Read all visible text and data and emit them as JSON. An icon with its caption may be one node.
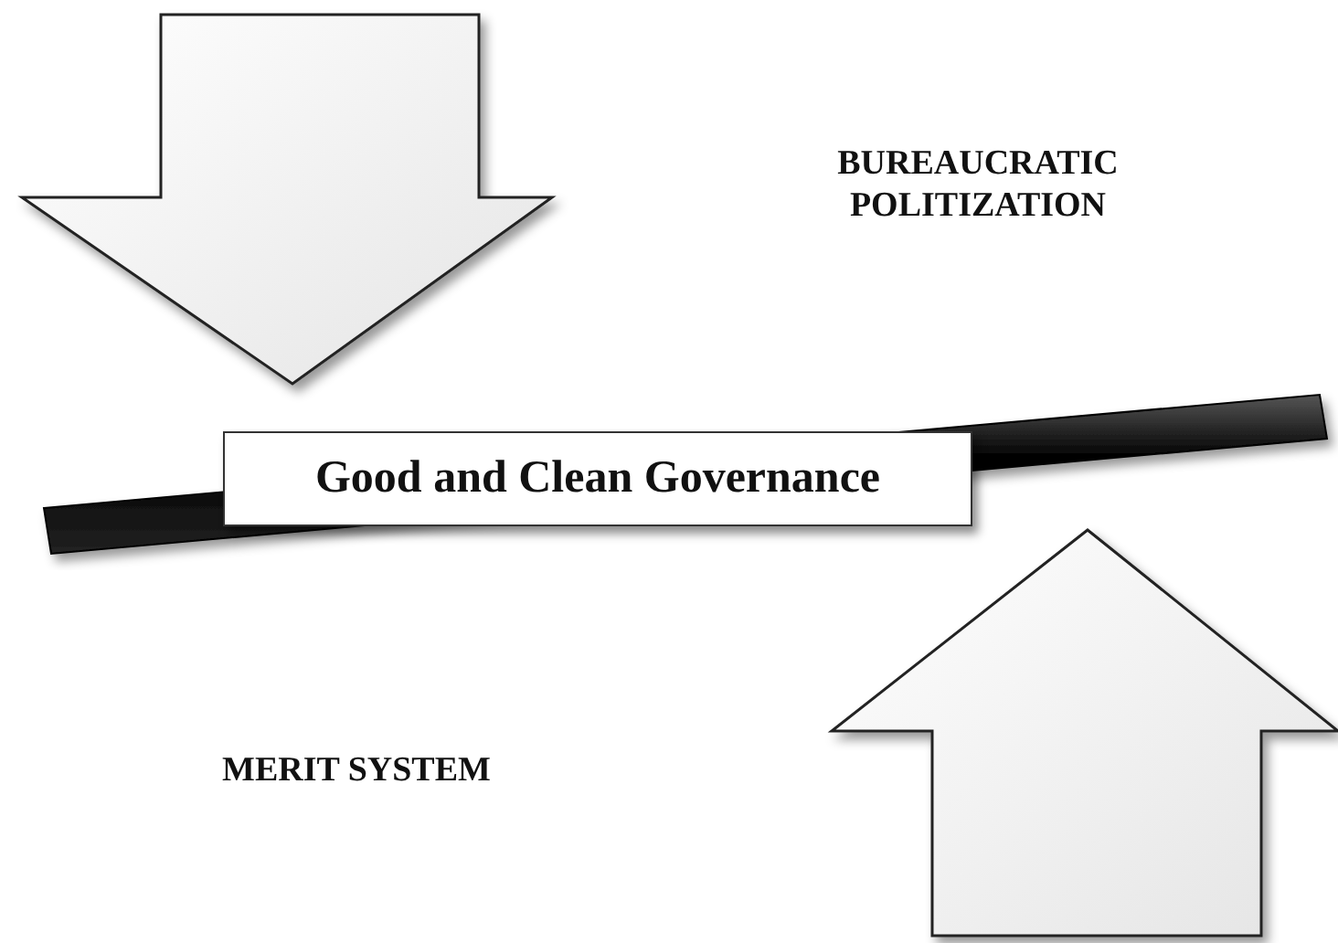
{
  "diagram": {
    "nodes": [
      {
        "text": [
          "Good and Clean Governance"
        ]
      }
    ],
    "labels": [
      "BUREAUCRATIC POLITIZATION",
      "MERIT SYSTEM"
    ]
  }
}
